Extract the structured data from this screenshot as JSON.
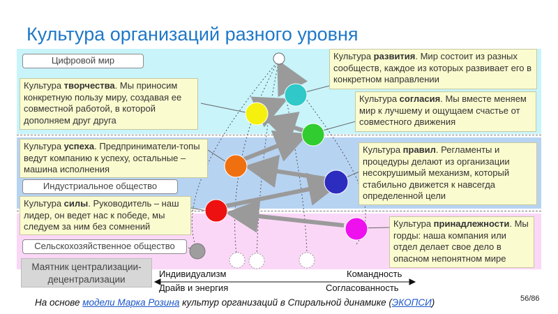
{
  "title": "Культура организаций разного уровня",
  "tags": {
    "digital": "Цифровой мир",
    "industrial": "Индустриальное общество",
    "agricultural": "Сельскохозяйственное общество"
  },
  "notes": {
    "development": {
      "bold": "развития",
      "pre": "Культура ",
      "post": ". Мир состоит из разных сообществ, каждое из которых развивает его в конкретном направлении"
    },
    "creativity": {
      "bold": "творчества",
      "pre": "Культура ",
      "post": ". Мы приносим конкретную пользу миру, создавая ее совместной работой, в которой дополняем друг друга"
    },
    "consent": {
      "bold": "согласия",
      "pre": "Культура ",
      "post": ". Мы вместе меняем мир к лучшему и ощущаем счастье от совместного движения"
    },
    "success": {
      "bold": "успеха",
      "pre": "Культура ",
      "post": ". Предприниматели-топы ведут компанию к успеху, остальные – машина исполнения"
    },
    "rules": {
      "bold": "правил",
      "pre": "Культура ",
      "post": ". Регламенты и процедуры делают из организации несокрушимый механизм, который стабильно движется к навсегда определенной цели"
    },
    "power": {
      "bold": "силы",
      "pre": "Культура ",
      "post": ". Руководитель – наш лидер, он ведет нас к победе, мы следуем за ним без сомнений"
    },
    "belonging": {
      "bold": "принадлежности",
      "pre": "Культура ",
      "post": ". Мы горды: наша компания или отдел делает свое дело в опасном непонятном мире"
    }
  },
  "pendulum": "Маятник централизации-децентрализации",
  "axis": {
    "left_top": "Индивидуализм",
    "left_bottom": "Драйв и энергия",
    "right_top": "Командность",
    "right_bottom": "Согласованность"
  },
  "footer": {
    "pre": "На основе ",
    "link1": "модели Марка Розина",
    "mid": " культур организаций в Спиральной динамике (",
    "link2": "ЭКОПСИ",
    "post": ")"
  },
  "page_number": "56/86",
  "colors": {
    "title": "#1f78c8",
    "band_digital": "#c8f4fa",
    "band_industrial": "#b7d3f2",
    "band_agricultural": "#fbd7f7",
    "grey_node": "#9e9e9e",
    "power": "#ee1111",
    "belonging": "#ee11ee",
    "success": "#f07010",
    "rules": "#2c2cbf",
    "creativity": "#f5f00e",
    "consent": "#30cc30",
    "development": "#30c8c8"
  }
}
